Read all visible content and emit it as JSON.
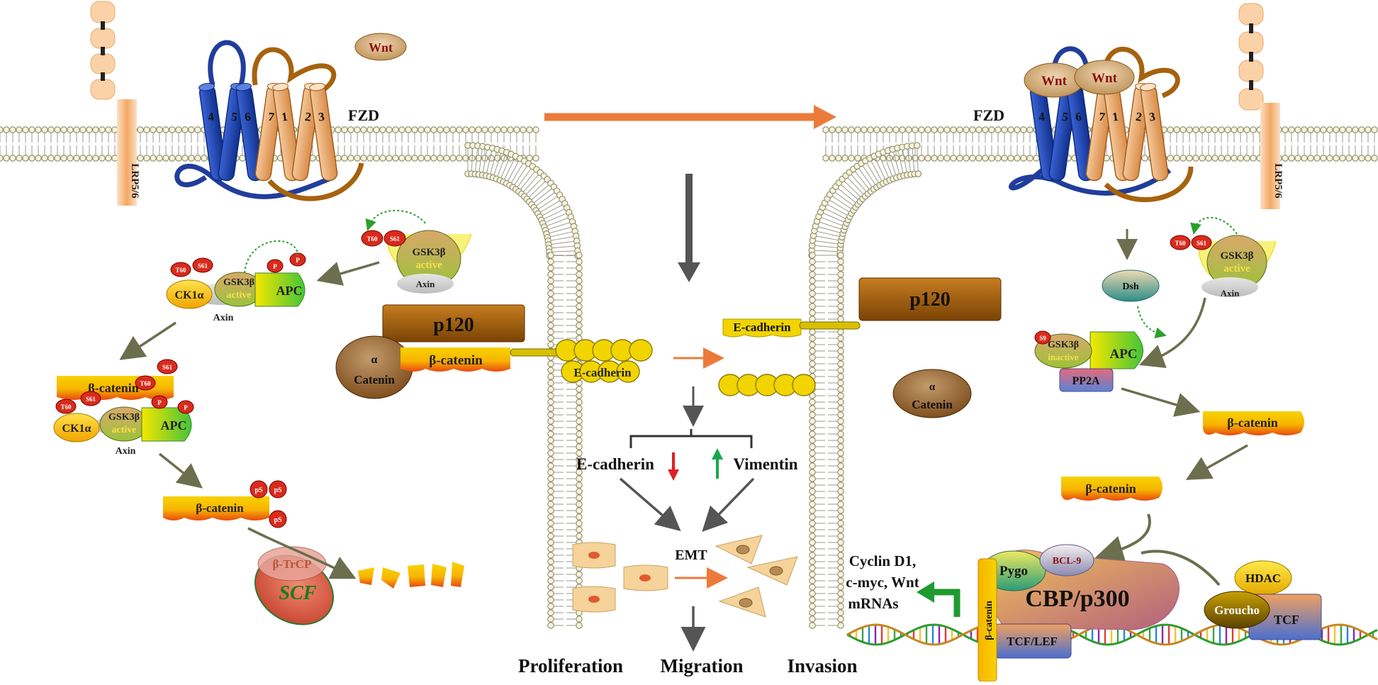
{
  "left": {
    "wnt": "Wnt",
    "fzd": "FZD",
    "lrp": "LRP5/6",
    "helix_numbers": [
      "4",
      "5",
      "6",
      "7",
      "1",
      "2",
      "3"
    ],
    "axin_top": {
      "p1": "T60",
      "p2": "S61",
      "gsk": "GSK3β",
      "gsk_state": "active",
      "axin": "Axin"
    },
    "complex1": {
      "p1": "T60",
      "p2": "S61",
      "ck1": "CK1α",
      "gsk": "GSK3β",
      "gsk_state": "active",
      "apc": "APC",
      "axin": "Axin",
      "pp": "P"
    },
    "complex2": {
      "p1": "T60",
      "p2": "S61",
      "bcat": "β-catenin",
      "ck1": "CK1α",
      "gsk": "GSK3β",
      "gsk_state": "active",
      "apc": "APC",
      "axin": "Axin",
      "pp": "P"
    },
    "bcat_phos": {
      "label": "β-catenin",
      "ps": "pS"
    },
    "trcp": "β-TrCP",
    "scf": "SCF",
    "p120": "p120",
    "alpha": "α",
    "catenin": "Catenin",
    "bcat_junction": "β-catenin",
    "ecad": "E-cadherin"
  },
  "center": {
    "ecad_label": "E-cadherin",
    "vim_label": "Vimentin",
    "emt": "EMT",
    "outcomes": [
      "Proliferation",
      "Migration",
      "Invasion"
    ]
  },
  "right": {
    "wnt1": "Wnt",
    "wnt2": "Wnt",
    "fzd": "FZD",
    "lrp": "LRP5/6",
    "helix_numbers": [
      "4",
      "5",
      "6",
      "7",
      "1",
      "2",
      "3"
    ],
    "axin_top": {
      "p1": "T60",
      "p2": "S61",
      "gsk": "GSK3β",
      "gsk_state": "active",
      "axin": "Axin"
    },
    "dsh": "Dsh",
    "inactive_complex": {
      "s9": "S9",
      "gsk": "GSK3β",
      "gsk_state": "inactive",
      "apc": "APC",
      "pp2a": "PP2A"
    },
    "p120": "p120",
    "ecad": "E-cadherin",
    "alpha": "α",
    "catenin": "Catenin",
    "bcat1": "β-catenin",
    "bcat2": "β-catenin",
    "targets": [
      "Cyclin D1,",
      "c-myc, Wnt",
      "mRNAs"
    ],
    "pygo": "Pygo",
    "bcl9": "BCL-9",
    "cbp": "CBP/p300",
    "bcat_vertical": "β-catenin",
    "tcflef": "TCF/LEF",
    "hdac": "HDAC",
    "groucho": "Groucho",
    "tcf": "TCF"
  },
  "colors": {
    "orange_arrow": "#ec7a3a",
    "grey_arrow": "#555555",
    "olive_arrow": "#6b6f4e",
    "fzd_blue": "#213d9c",
    "fzd_brown": "#a6620e",
    "p120_brown": "#9c5a10",
    "catenin_yellow": "#f4d000",
    "red_down": "#e02020",
    "green_up": "#1aa84a",
    "dna_green": "#2c9d2c"
  }
}
